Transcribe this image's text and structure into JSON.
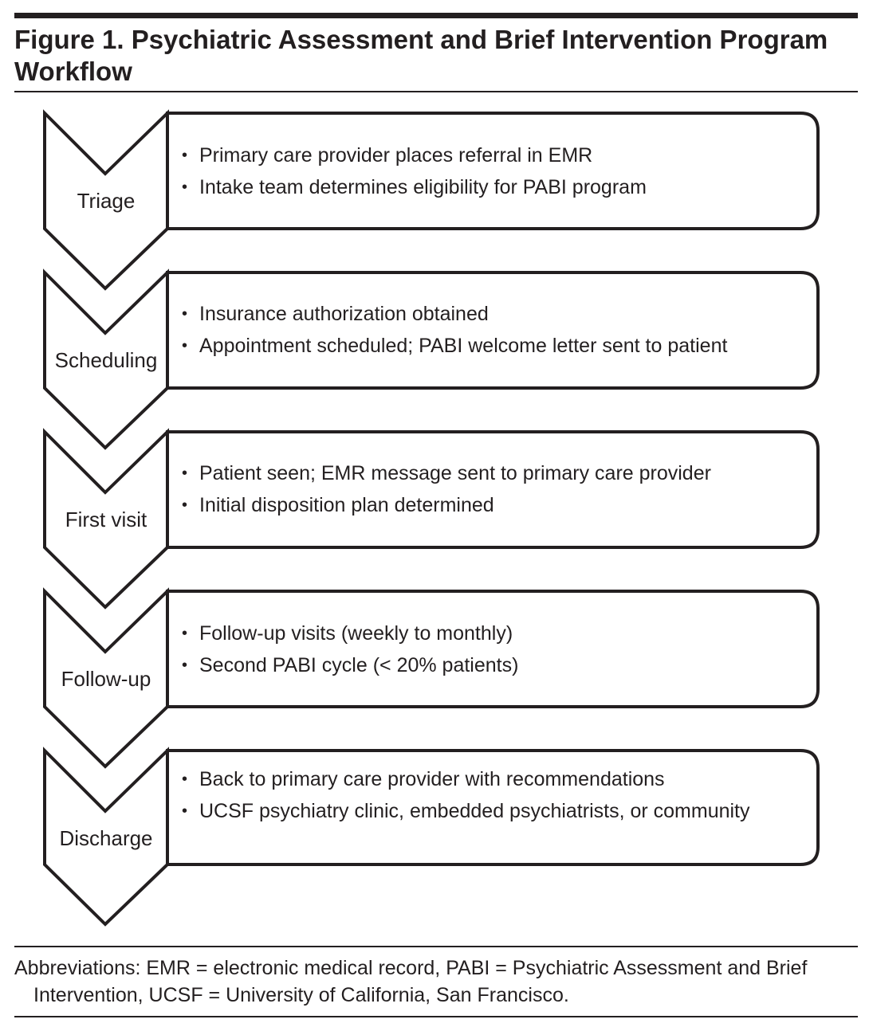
{
  "title": "Figure 1. Psychiatric Assessment and Brief Intervention Program Workflow",
  "stages": [
    {
      "label": "Triage",
      "bullets": [
        "Primary care provider places referral in EMR",
        "Intake team determines eligibility for PABI program"
      ]
    },
    {
      "label": "Scheduling",
      "bullets": [
        "Insurance authorization obtained",
        "Appointment scheduled; PABI welcome letter sent to patient"
      ]
    },
    {
      "label": "First visit",
      "bullets": [
        "Patient seen; EMR message sent to primary care provider",
        "Initial disposition plan determined"
      ]
    },
    {
      "label": "Follow-up",
      "bullets": [
        "Follow-up visits (weekly to monthly)",
        "Second PABI cycle (< 20% patients)"
      ]
    },
    {
      "label": "Discharge",
      "bullets": [
        "Back to primary care provider with recommendations",
        "UCSF psychiatry clinic, embedded psychiatrists, or community"
      ]
    }
  ],
  "footnote": "Abbreviations: EMR = electronic medical record, PABI = Psychiatric Assessment and Brief Intervention, UCSF = University of California, San Francisco."
}
